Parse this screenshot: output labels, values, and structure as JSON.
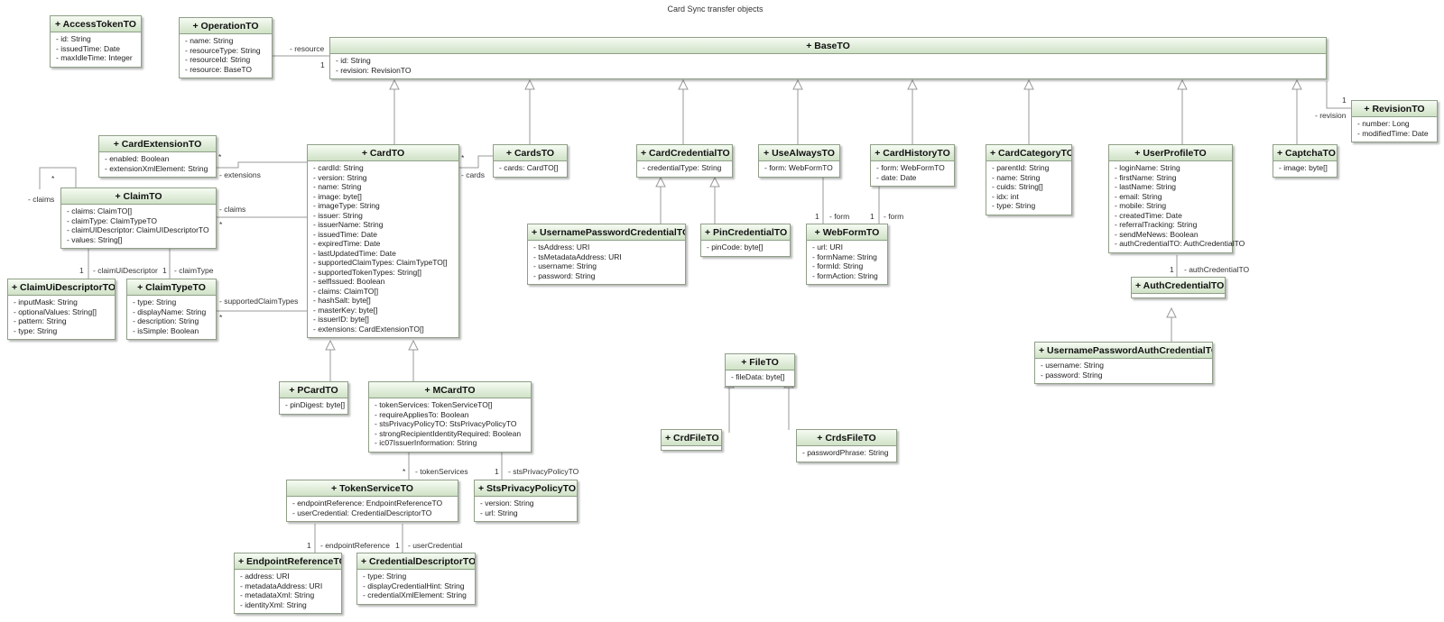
{
  "title": "Card Sync transfer objects",
  "colors": {
    "header_top": "#f6fbf3",
    "header_bottom": "#cfe2c6",
    "border": "#8f9f87",
    "line": "#9a9a9a"
  },
  "classes": [
    {
      "key": "AccessTokenTO",
      "name": "+ AccessTokenTO",
      "attrs": [
        "- id: String",
        "- issuedTime: Date",
        "- maxIdleTime: Integer"
      ]
    },
    {
      "key": "OperationTO",
      "name": "+ OperationTO",
      "attrs": [
        "- name: String",
        "- resourceType: String",
        "- resourceId: String",
        "- resource: BaseTO"
      ]
    },
    {
      "key": "BaseTO",
      "name": "+ BaseTO",
      "attrs": [
        "- id: String",
        "- revision: RevisionTO"
      ]
    },
    {
      "key": "RevisionTO",
      "name": "+ RevisionTO",
      "attrs": [
        "- number: Long",
        "- modifiedTime: Date"
      ]
    },
    {
      "key": "CardExtensionTO",
      "name": "+ CardExtensionTO",
      "attrs": [
        "- enabled: Boolean",
        "- extensionXmlElement: String"
      ]
    },
    {
      "key": "ClaimTO",
      "name": "+ ClaimTO",
      "attrs": [
        "- claims: ClaimTO[]",
        "- claimType: ClaimTypeTO",
        "- claimUIDescriptor: ClaimUIDescriptorTO",
        "- values: String[]"
      ]
    },
    {
      "key": "ClaimUiDescriptorTO",
      "name": "+ ClaimUiDescriptorTO",
      "attrs": [
        "- inputMask: String",
        "- optionalValues: String[]",
        "- pattern: String",
        "- type: String"
      ]
    },
    {
      "key": "ClaimTypeTO",
      "name": "+ ClaimTypeTO",
      "attrs": [
        "- type: String",
        "- displayName: String",
        "- description: String",
        "- isSimple: Boolean"
      ]
    },
    {
      "key": "CardTO",
      "name": "+ CardTO",
      "attrs": [
        "- cardId: String",
        "- version: String",
        "- name: String",
        "- image: byte[]",
        "- imageType: String",
        "- issuer: String",
        "- issuerName: String",
        "- issuedTime: Date",
        "- expiredTime: Date",
        "- lastUpdatedTime: Date",
        "- supportedClaimTypes: ClaimTypeTO[]",
        "- supportedTokenTypes: String[]",
        "- selfIssued: Boolean",
        "- claims: ClaimTO[]",
        "- hashSalt: byte[]",
        "- masterKey: byte[]",
        "- issuerID: byte[]",
        "- extensions: CardExtensionTO[]"
      ]
    },
    {
      "key": "CardsTO",
      "name": "+ CardsTO",
      "attrs": [
        "- cards: CardTO[]"
      ]
    },
    {
      "key": "CardCredentialTO",
      "name": "+ CardCredentialTO",
      "attrs": [
        "- credentialType: String"
      ]
    },
    {
      "key": "UseAlwaysTO",
      "name": "+ UseAlwaysTO",
      "attrs": [
        "- form: WebFormTO"
      ]
    },
    {
      "key": "CardHistoryTO",
      "name": "+ CardHistoryTO",
      "attrs": [
        "- form: WebFormTO",
        "- date: Date"
      ]
    },
    {
      "key": "CardCategoryTO",
      "name": "+ CardCategoryTO",
      "attrs": [
        "- parentId: String",
        "- name: String",
        "- cuids: String[]",
        "- idx: int",
        "- type: String"
      ]
    },
    {
      "key": "UserProfileTO",
      "name": "+ UserProfileTO",
      "attrs": [
        "- loginName: String",
        "- firstName: String",
        "- lastName: String",
        "- email: String",
        "- mobile: String",
        "- createdTime: Date",
        "- referralTracking: String",
        "- sendMeNews: Boolean",
        "- authCredentialTO: AuthCredentialTO"
      ]
    },
    {
      "key": "CaptchaTO",
      "name": "+ CaptchaTO",
      "attrs": [
        "- image: byte[]"
      ]
    },
    {
      "key": "UsernamePasswordCredentialTO",
      "name": "+ UsernamePasswordCredentialTO",
      "attrs": [
        "- tsAddress: URI",
        "- tsMetadataAddress: URI",
        "- username: String",
        "- password: String"
      ]
    },
    {
      "key": "PinCredentialTO",
      "name": "+ PinCredentialTO",
      "attrs": [
        "- pinCode: byte[]"
      ]
    },
    {
      "key": "WebFormTO",
      "name": "+ WebFormTO",
      "attrs": [
        "- url: URI",
        "- formName: String",
        "- formId: String",
        "- formAction: String"
      ]
    },
    {
      "key": "AuthCredentialTO",
      "name": "+ AuthCredentialTO",
      "attrs": []
    },
    {
      "key": "UsernamePasswordAuthCredentialTO",
      "name": "+ UsernamePasswordAuthCredentialTO",
      "attrs": [
        "- username: String",
        "- password: String"
      ]
    },
    {
      "key": "FileTO",
      "name": "+ FileTO",
      "attrs": [
        "- fileData: byte[]"
      ]
    },
    {
      "key": "CrdFileTO",
      "name": "+ CrdFileTO",
      "attrs": []
    },
    {
      "key": "CrdsFileTO",
      "name": "+ CrdsFileTO",
      "attrs": [
        "- passwordPhrase: String"
      ]
    },
    {
      "key": "PCardTO",
      "name": "+ PCardTO",
      "attrs": [
        "- pinDigest: byte[]"
      ]
    },
    {
      "key": "MCardTO",
      "name": "+ MCardTO",
      "attrs": [
        "- tokenServices: TokenServiceTO[]",
        "- requireAppliesTo: Boolean",
        "- stsPrivacyPolicyTO: StsPrivacyPolicyTO",
        "- strongRecipientIdentityRequired: Boolean",
        "- ic07IssuerInformation: String"
      ]
    },
    {
      "key": "TokenServiceTO",
      "name": "+ TokenServiceTO",
      "attrs": [
        "- endpointReference: EndpointReferenceTO",
        "- userCredential: CredentialDescriptorTO"
      ]
    },
    {
      "key": "StsPrivacyPolicyTO",
      "name": "+ StsPrivacyPolicyTO",
      "attrs": [
        "- version: String",
        "- url: String"
      ]
    },
    {
      "key": "EndpointReferenceTO",
      "name": "+ EndpointReferenceTO",
      "attrs": [
        "- address: URI",
        "- metadataAddress: URI",
        "- metadataXml: String",
        "- identityXml: String"
      ]
    },
    {
      "key": "CredentialDescriptorTO",
      "name": "+ CredentialDescriptorTO",
      "attrs": [
        "- type: String",
        "- displayCredentialHint: String",
        "- credentialXmlElement: String"
      ]
    }
  ],
  "labels": {
    "resource_role": "- resource",
    "resource_mult": "1",
    "revision_role": "- revision",
    "revision_mult": "1",
    "extensions_role": "- extensions",
    "extensions_mult": "*",
    "cards_role": "- cards",
    "cards_mult": "*",
    "claims_role": "- claims",
    "claims_mult": "*",
    "self_claims_role": "- claims",
    "self_claims_mult": "*",
    "claim_ui_role": "- claimUiDescriptor",
    "claim_ui_mult": "1",
    "claim_type_role": "- claimType",
    "claim_type_mult": "1",
    "supported_role": "- supportedClaimTypes",
    "supported_mult": "*",
    "form1_role": "- form",
    "form1_mult": "1",
    "form2_role": "- form",
    "form2_mult": "1",
    "auth_role": "- authCredentialTO",
    "auth_mult": "1",
    "token_role": "- tokenServices",
    "token_mult": "*",
    "sts_role": "- stsPrivacyPolicyTO",
    "sts_mult": "1",
    "endpoint_role": "- endpointReference",
    "endpoint_mult": "1",
    "usercred_role": "- userCredential",
    "usercred_mult": "1"
  }
}
